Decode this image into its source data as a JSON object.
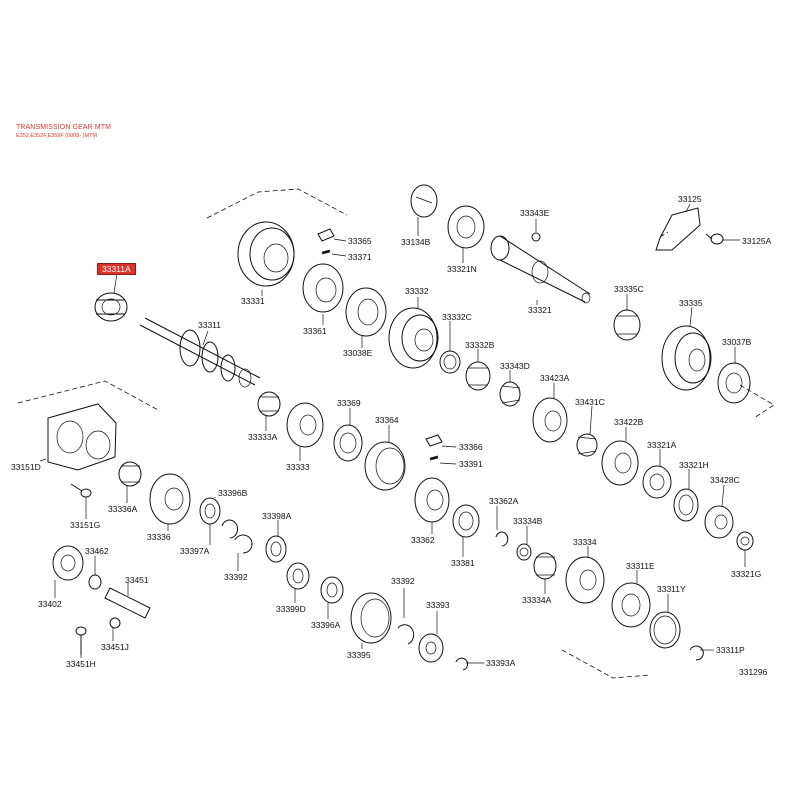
{
  "header": {
    "title": "TRANSMISSION GEAR MTM",
    "subtitle": "E352,E352F,E359F (0008- )MTM"
  },
  "colors": {
    "highlight": "#d9332a",
    "header_text": "#d43a2a",
    "line": "#111111"
  },
  "highlighted_part": "33311A",
  "drawing_ref": "331296",
  "parts": [
    "33311A",
    "33311",
    "33331",
    "33365",
    "33371",
    "33361",
    "33038E",
    "33134B",
    "33321N",
    "33343E",
    "33321",
    "33125",
    "33125A",
    "33332",
    "33332C",
    "33332B",
    "33343D",
    "33335C",
    "33335",
    "33037B",
    "33423A",
    "33431C",
    "33422B",
    "33321A",
    "33321H",
    "33428C",
    "33321G",
    "33151D",
    "33151G",
    "33333A",
    "33333",
    "33369",
    "33364",
    "33366",
    "33391",
    "33336A",
    "33336",
    "33396B",
    "33397A",
    "33398A",
    "33392",
    "33362",
    "33381",
    "33362A",
    "33334B",
    "33334",
    "33334A",
    "33402",
    "33462",
    "33451",
    "33451J",
    "33451H",
    "33399D",
    "33396A",
    "33395",
    "33393",
    "33393A",
    "33311E",
    "33311Y",
    "33311P"
  ]
}
